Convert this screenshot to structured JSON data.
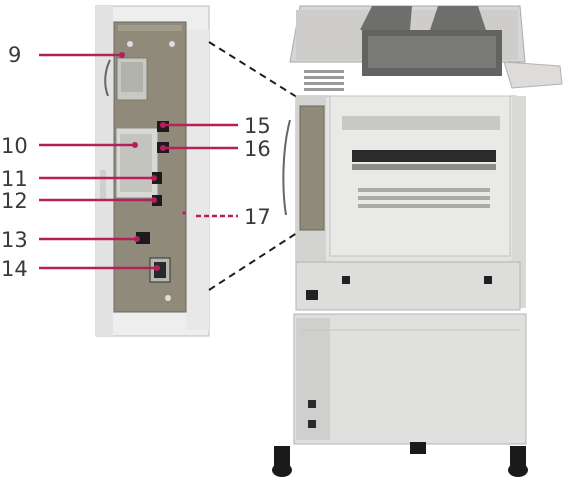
{
  "callouts": [
    {
      "id": "9",
      "text": "9"
    },
    {
      "id": "10",
      "text": "10"
    },
    {
      "id": "11",
      "text": "11"
    },
    {
      "id": "12",
      "text": "12"
    },
    {
      "id": "13",
      "text": "13"
    },
    {
      "id": "14",
      "text": "14"
    },
    {
      "id": "15",
      "text": "15"
    },
    {
      "id": "16",
      "text": "16"
    },
    {
      "id": "17",
      "text": "17"
    }
  ],
  "colors": {
    "accent": "#b5205b",
    "label_text": "#3a3a3a",
    "printer_body": "#e3e3e1",
    "formatter_board": "#8f8a7a"
  }
}
